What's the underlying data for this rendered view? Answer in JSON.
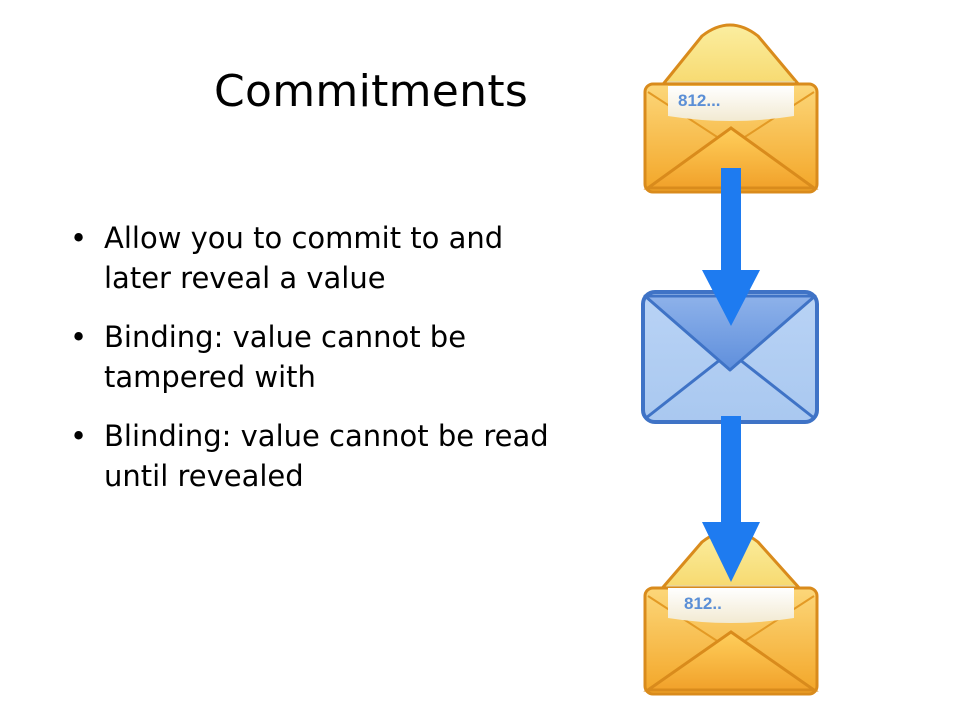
{
  "slide": {
    "title": "Commitments",
    "bullets": [
      {
        "text": "Allow you to commit to and later reveal a value"
      },
      {
        "text": "Binding: value cannot be tampered with"
      },
      {
        "text": "Blinding: value cannot be read until revealed"
      }
    ],
    "bullet_glyph": "•"
  },
  "graphic": {
    "top_envelope_label": "812...",
    "bottom_envelope_label": "812..",
    "colors": {
      "open_envelope": "#f5b43a",
      "sealed_envelope": "#7fa8e6",
      "arrow": "#1e7bf0",
      "label": "#5b8fd6"
    }
  }
}
